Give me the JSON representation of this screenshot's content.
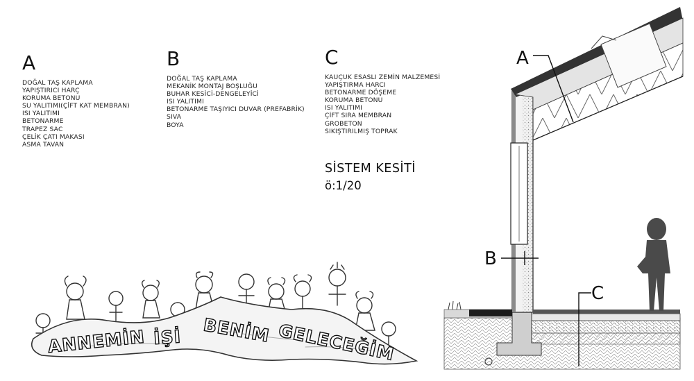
{
  "columns": [
    {
      "letter": "A",
      "items": [
        "DOĞAL TAŞ KAPLAMA",
        "YAPIŞTIRICI HARÇ",
        "KORUMA BETONU",
        "SU YALITIMI(ÇİFT KAT MEMBRAN)",
        "ISI YALITIMI",
        "BETONARME",
        "TRAPEZ SAC",
        "ÇELİK ÇATI MAKASI",
        "ASMA TAVAN"
      ]
    },
    {
      "letter": "B",
      "items": [
        "DOĞAL TAŞ KAPLAMA",
        "MEKANİK MONTAJ BOŞLUĞU",
        "BUHAR KESİCİ-DENGELEYİCİ",
        "ISI YALITIMI",
        "BETONARME TAŞIYICI DUVAR (PREFABRİK)",
        "SIVA",
        "BOYA"
      ]
    },
    {
      "letter": "C",
      "items": [
        "KAUÇUK ESASLI ZEMİN MALZEMESİ",
        "YAPIŞTIRMA HARCI",
        "BETONARME DÖŞEME",
        "KORUMA BETONU",
        "ISI YALITIMI",
        "ÇİFT SIRA MEMBRAN",
        "GROBETON",
        "SIKIŞTIRILMIŞ TOPRAK"
      ]
    }
  ],
  "system": {
    "title": "SİSTEM KESİTİ",
    "scale": "ö:1/20"
  },
  "drawing": {
    "banner_words": [
      "ANNEMİN",
      "İŞİ",
      "BENİM",
      "GELECEĞİM"
    ],
    "section_labels": [
      "A",
      "B",
      "C"
    ]
  }
}
